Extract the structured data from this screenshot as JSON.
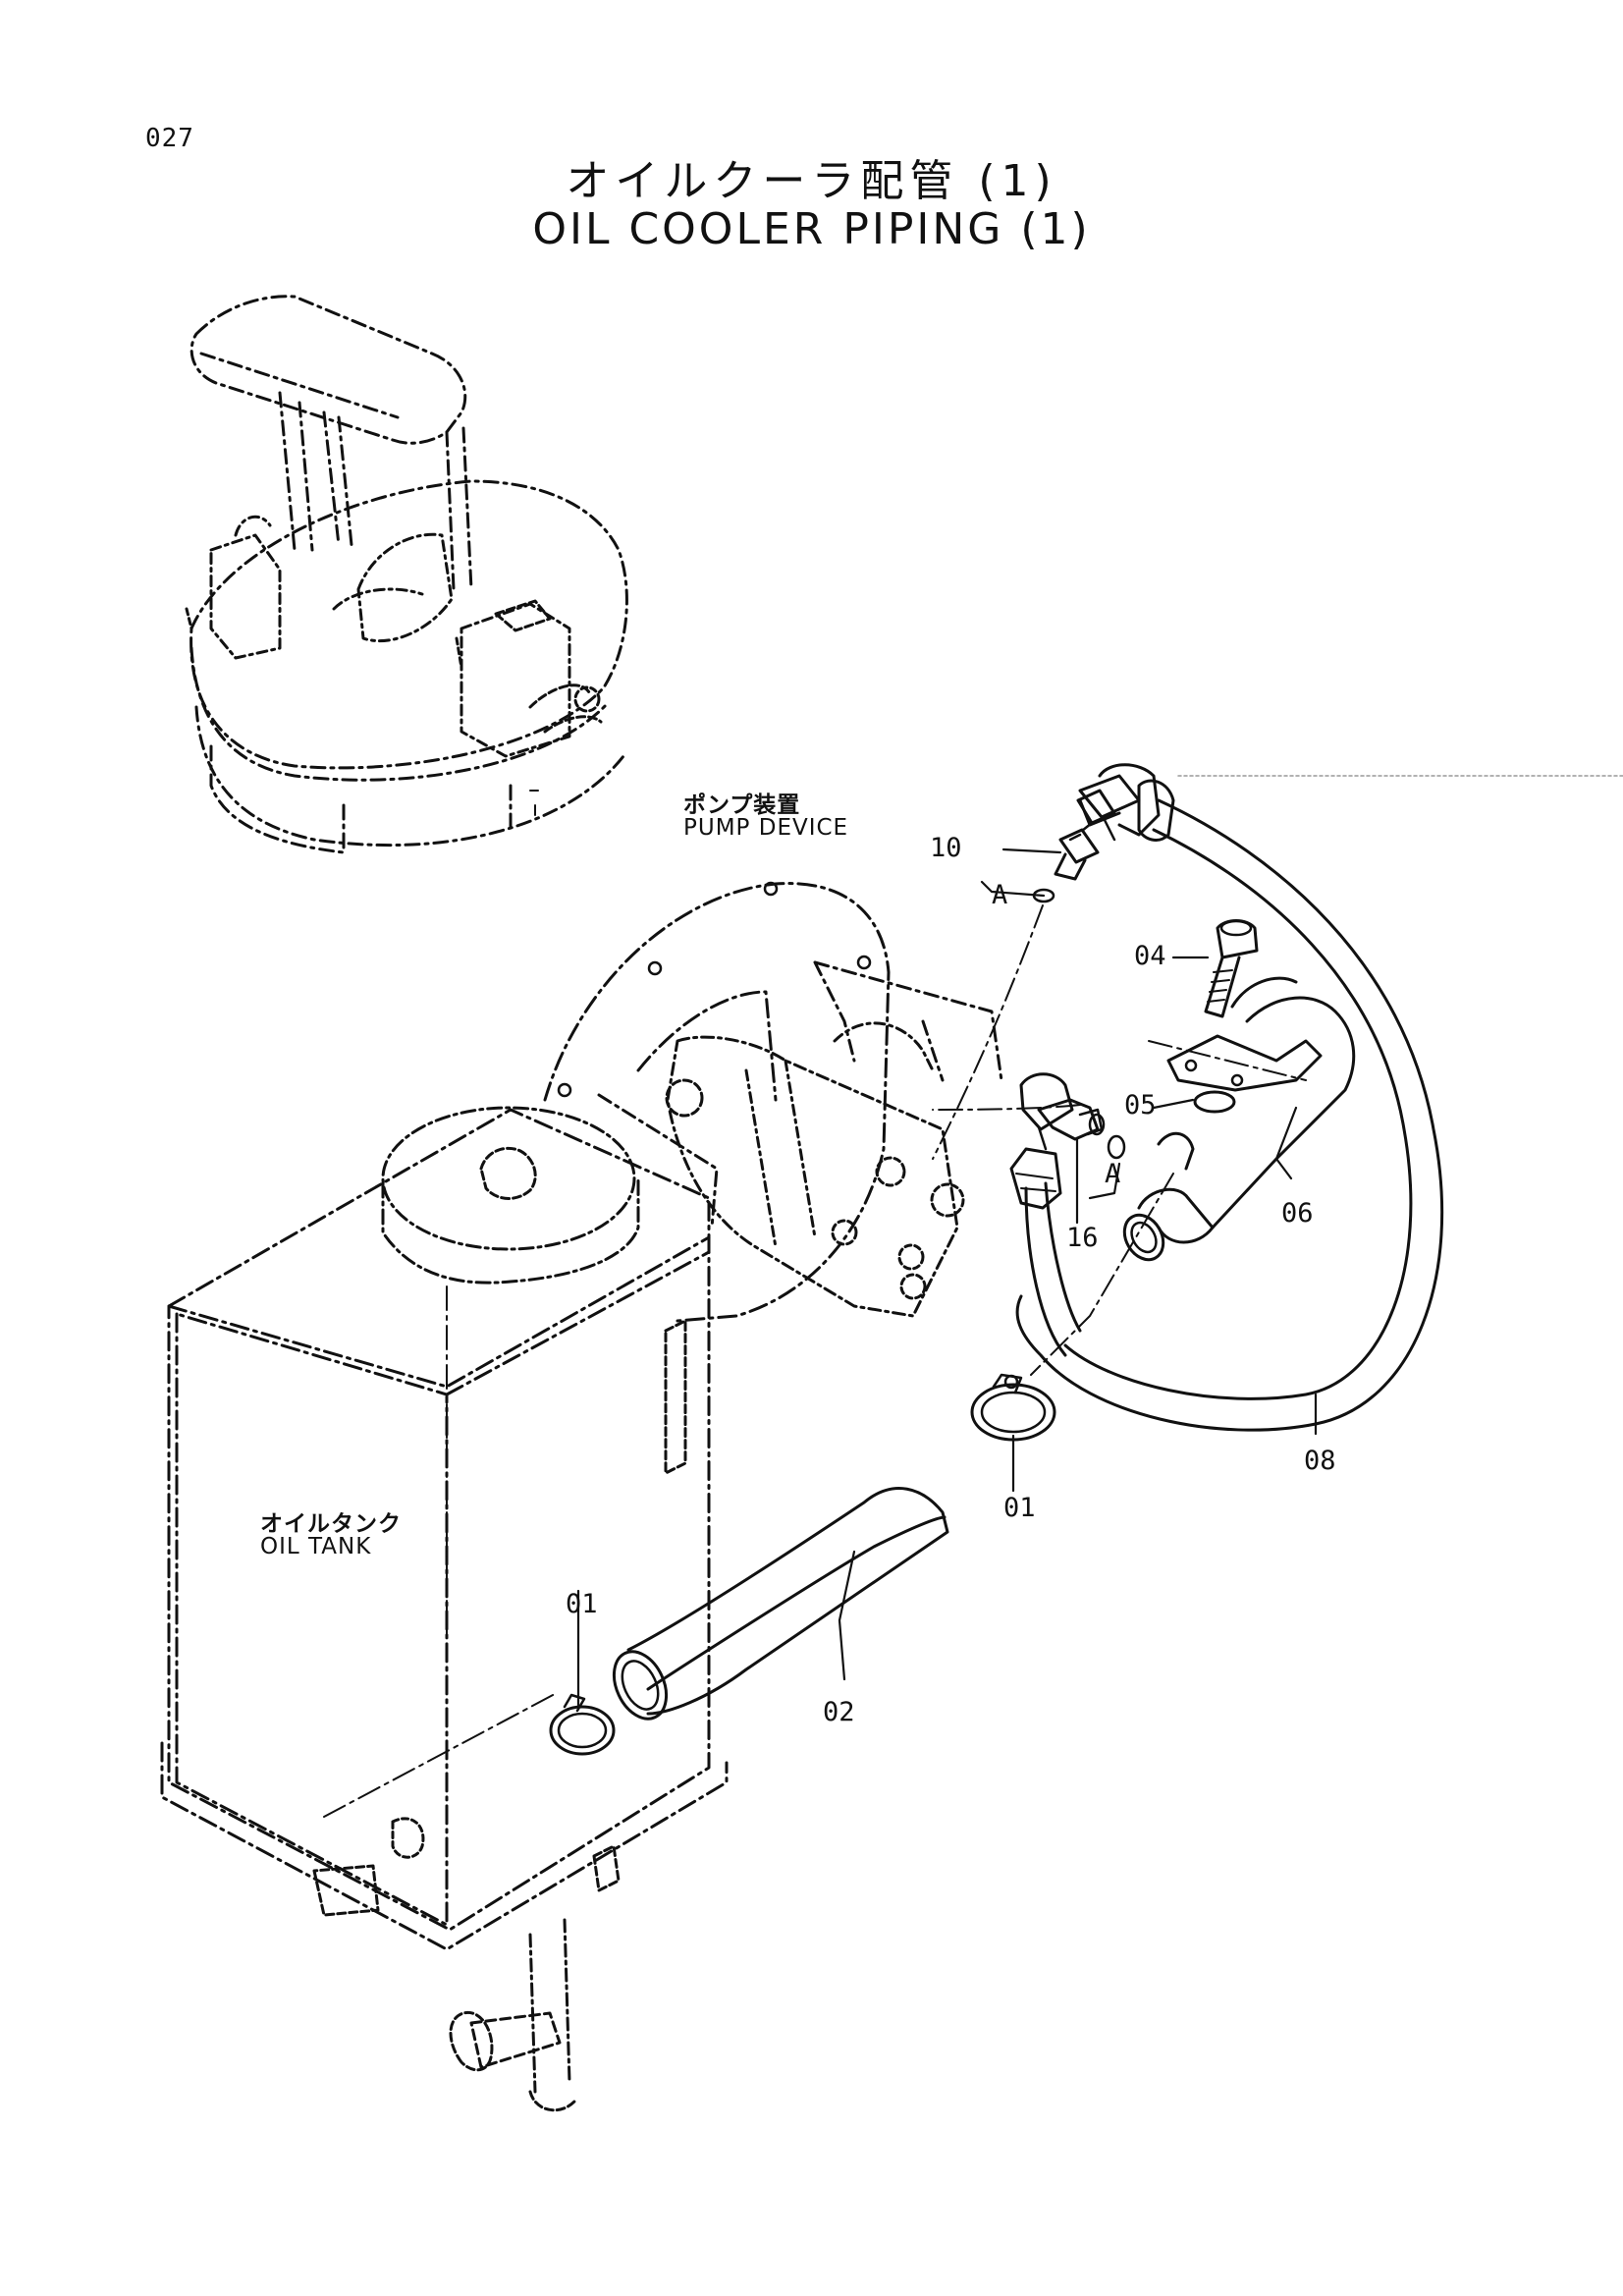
{
  "page_number": "027",
  "title": {
    "jp": "オイルクーラ配管 (1)",
    "en": "OIL COOLER PIPING (1)"
  },
  "labels": {
    "pump_device": {
      "jp": "ポンプ装置",
      "en": "PUMP DEVICE"
    },
    "oil_tank": {
      "jp": "オイルタンク",
      "en": "OIL TANK"
    }
  },
  "callouts": {
    "c01_tank": "01",
    "c01_right": "01",
    "c02": "02",
    "c04": "04",
    "c05": "05",
    "c06": "06",
    "c08": "08",
    "c10": "10",
    "c16": "16",
    "ref_a_upper": "A",
    "ref_a_lower": "A"
  }
}
